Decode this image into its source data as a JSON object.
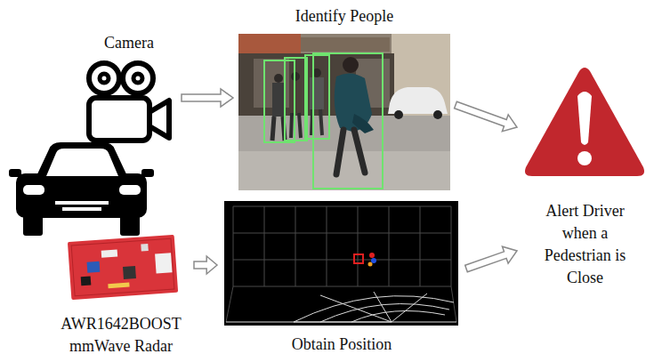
{
  "diagram": {
    "nodes": [
      {
        "text": [
          "Camera"
        ]
      },
      {
        "text": [
          "Identify People"
        ]
      },
      {
        "text": [
          "AWR1642BOOST mmWave Radar"
        ]
      },
      {
        "text": [
          "Obtain Position"
        ]
      },
      {
        "text": [
          "Alert Driver when a Pedestrian is Close"
        ]
      }
    ],
    "edges": [
      {
        "from": 0,
        "to": 1,
        "arrow": "to"
      },
      {
        "from": 1,
        "to": 4,
        "arrow": "to"
      },
      {
        "from": 2,
        "to": 3,
        "arrow": "to"
      },
      {
        "from": 3,
        "to": 4,
        "arrow": "to"
      }
    ]
  }
}
